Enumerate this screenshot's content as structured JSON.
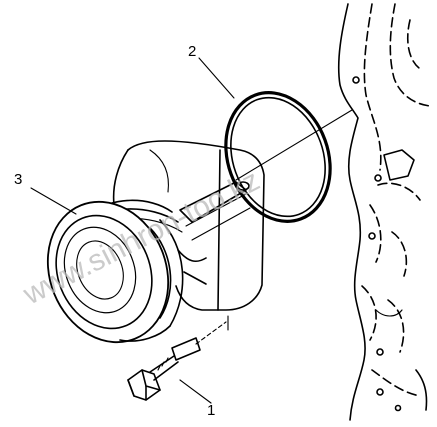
{
  "callouts": [
    {
      "number": "1",
      "part": "bolt"
    },
    {
      "number": "2",
      "part": "o-ring seal"
    },
    {
      "number": "3",
      "part": "thermostat housing"
    }
  ],
  "watermark": "www.sinhron-too.kz",
  "colors": {
    "ink": "#000000",
    "background": "#ffffff",
    "watermark": "#b9b9b9"
  }
}
